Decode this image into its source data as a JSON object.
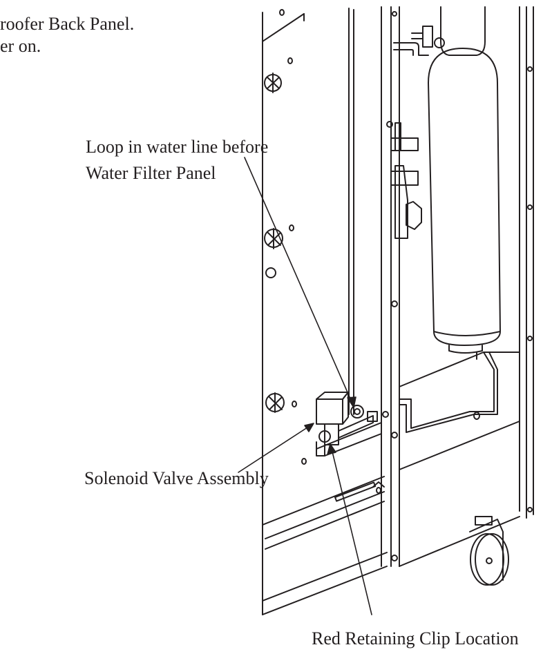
{
  "intro": {
    "line1": "roofer Back Panel.",
    "line2": "er on."
  },
  "callouts": {
    "loop_line1": "Loop in water line before",
    "loop_line2": "Water Filter Panel",
    "solenoid": "Solenoid Valve Assembly",
    "clip": "Red Retaining Clip Location"
  },
  "colors": {
    "ink": "#231f20",
    "background": "#ffffff"
  }
}
